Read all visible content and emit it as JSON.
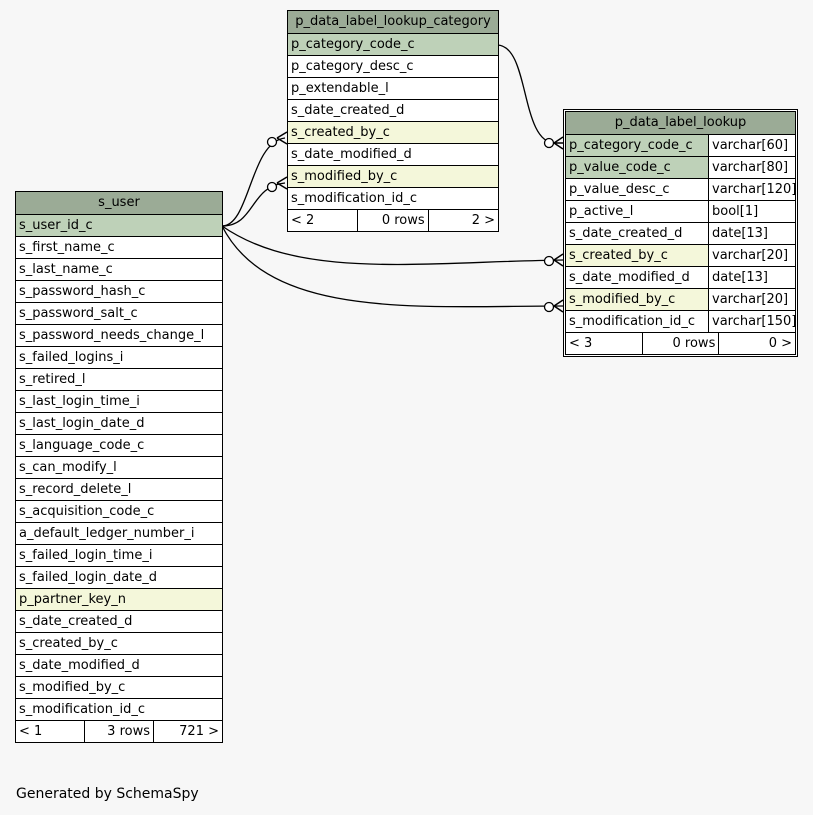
{
  "category_table": {
    "name": "p_data_label_lookup_category",
    "columns": [
      {
        "name": "p_category_code_c",
        "kind": "pk"
      },
      {
        "name": "p_category_desc_c",
        "kind": ""
      },
      {
        "name": "p_extendable_l",
        "kind": ""
      },
      {
        "name": "s_date_created_d",
        "kind": ""
      },
      {
        "name": "s_created_by_c",
        "kind": "fk"
      },
      {
        "name": "s_date_modified_d",
        "kind": ""
      },
      {
        "name": "s_modified_by_c",
        "kind": "fk"
      },
      {
        "name": "s_modification_id_c",
        "kind": ""
      }
    ],
    "footer": {
      "left": "< 2",
      "mid": "0 rows",
      "right": "2 >"
    }
  },
  "lookup_table": {
    "name": "p_data_label_lookup",
    "columns": [
      {
        "name": "p_category_code_c",
        "type": "varchar[60]",
        "kind": "pk"
      },
      {
        "name": "p_value_code_c",
        "type": "varchar[80]",
        "kind": "pk"
      },
      {
        "name": "p_value_desc_c",
        "type": "varchar[120]",
        "kind": ""
      },
      {
        "name": "p_active_l",
        "type": "bool[1]",
        "kind": ""
      },
      {
        "name": "s_date_created_d",
        "type": "date[13]",
        "kind": ""
      },
      {
        "name": "s_created_by_c",
        "type": "varchar[20]",
        "kind": "fk"
      },
      {
        "name": "s_date_modified_d",
        "type": "date[13]",
        "kind": ""
      },
      {
        "name": "s_modified_by_c",
        "type": "varchar[20]",
        "kind": "fk"
      },
      {
        "name": "s_modification_id_c",
        "type": "varchar[150]",
        "kind": ""
      }
    ],
    "footer": {
      "left": "< 3",
      "mid": "0 rows",
      "right": "0 >"
    }
  },
  "user_table": {
    "name": "s_user",
    "columns": [
      {
        "name": "s_user_id_c",
        "kind": "pk"
      },
      {
        "name": "s_first_name_c",
        "kind": ""
      },
      {
        "name": "s_last_name_c",
        "kind": ""
      },
      {
        "name": "s_password_hash_c",
        "kind": ""
      },
      {
        "name": "s_password_salt_c",
        "kind": ""
      },
      {
        "name": "s_password_needs_change_l",
        "kind": ""
      },
      {
        "name": "s_failed_logins_i",
        "kind": ""
      },
      {
        "name": "s_retired_l",
        "kind": ""
      },
      {
        "name": "s_last_login_time_i",
        "kind": ""
      },
      {
        "name": "s_last_login_date_d",
        "kind": ""
      },
      {
        "name": "s_language_code_c",
        "kind": ""
      },
      {
        "name": "s_can_modify_l",
        "kind": ""
      },
      {
        "name": "s_record_delete_l",
        "kind": ""
      },
      {
        "name": "s_acquisition_code_c",
        "kind": ""
      },
      {
        "name": "a_default_ledger_number_i",
        "kind": ""
      },
      {
        "name": "s_failed_login_time_i",
        "kind": ""
      },
      {
        "name": "s_failed_login_date_d",
        "kind": ""
      },
      {
        "name": "p_partner_key_n",
        "kind": "fk"
      },
      {
        "name": "s_date_created_d",
        "kind": ""
      },
      {
        "name": "s_created_by_c",
        "kind": ""
      },
      {
        "name": "s_date_modified_d",
        "kind": ""
      },
      {
        "name": "s_modified_by_c",
        "kind": ""
      },
      {
        "name": "s_modification_id_c",
        "kind": ""
      }
    ],
    "footer": {
      "left": "< 1",
      "mid": "3 rows",
      "right": "721 >"
    }
  },
  "footer_text": "Generated by SchemaSpy",
  "colors": {
    "header": "#9bab96",
    "primary_key": "#bed1b8",
    "foreign_key": "#f4f7da",
    "background": "#f7f7f7"
  }
}
